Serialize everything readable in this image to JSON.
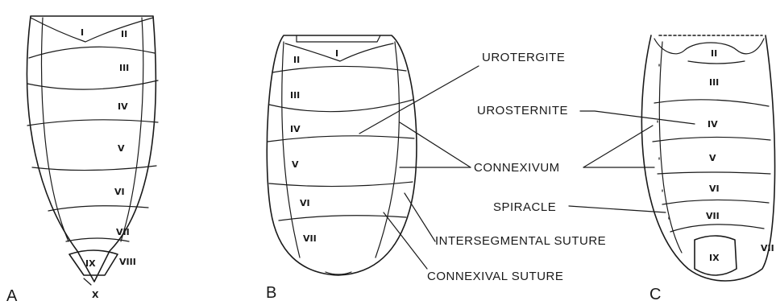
{
  "panels": {
    "A": {
      "letter": "A",
      "segments": [
        "I",
        "II",
        "III",
        "IV",
        "V",
        "VI",
        "VII",
        "VIII",
        "IX",
        "X"
      ]
    },
    "B": {
      "letter": "B",
      "segments": [
        "I",
        "II",
        "III",
        "IV",
        "V",
        "VI",
        "VII"
      ]
    },
    "C": {
      "letter": "C",
      "segments": [
        "II",
        "III",
        "IV",
        "V",
        "VI",
        "VII",
        "VII",
        "IX"
      ]
    }
  },
  "labels": {
    "urotergite": "UROTERGITE",
    "urosternite": "UROSTERNITE",
    "connexivum": "CONNEXIVUM",
    "spiracle": "SPIRACLE",
    "intersegmental_suture": "INTERSEGMENTAL SUTURE",
    "connexival_suture": "CONNEXIVAL SUTURE"
  }
}
